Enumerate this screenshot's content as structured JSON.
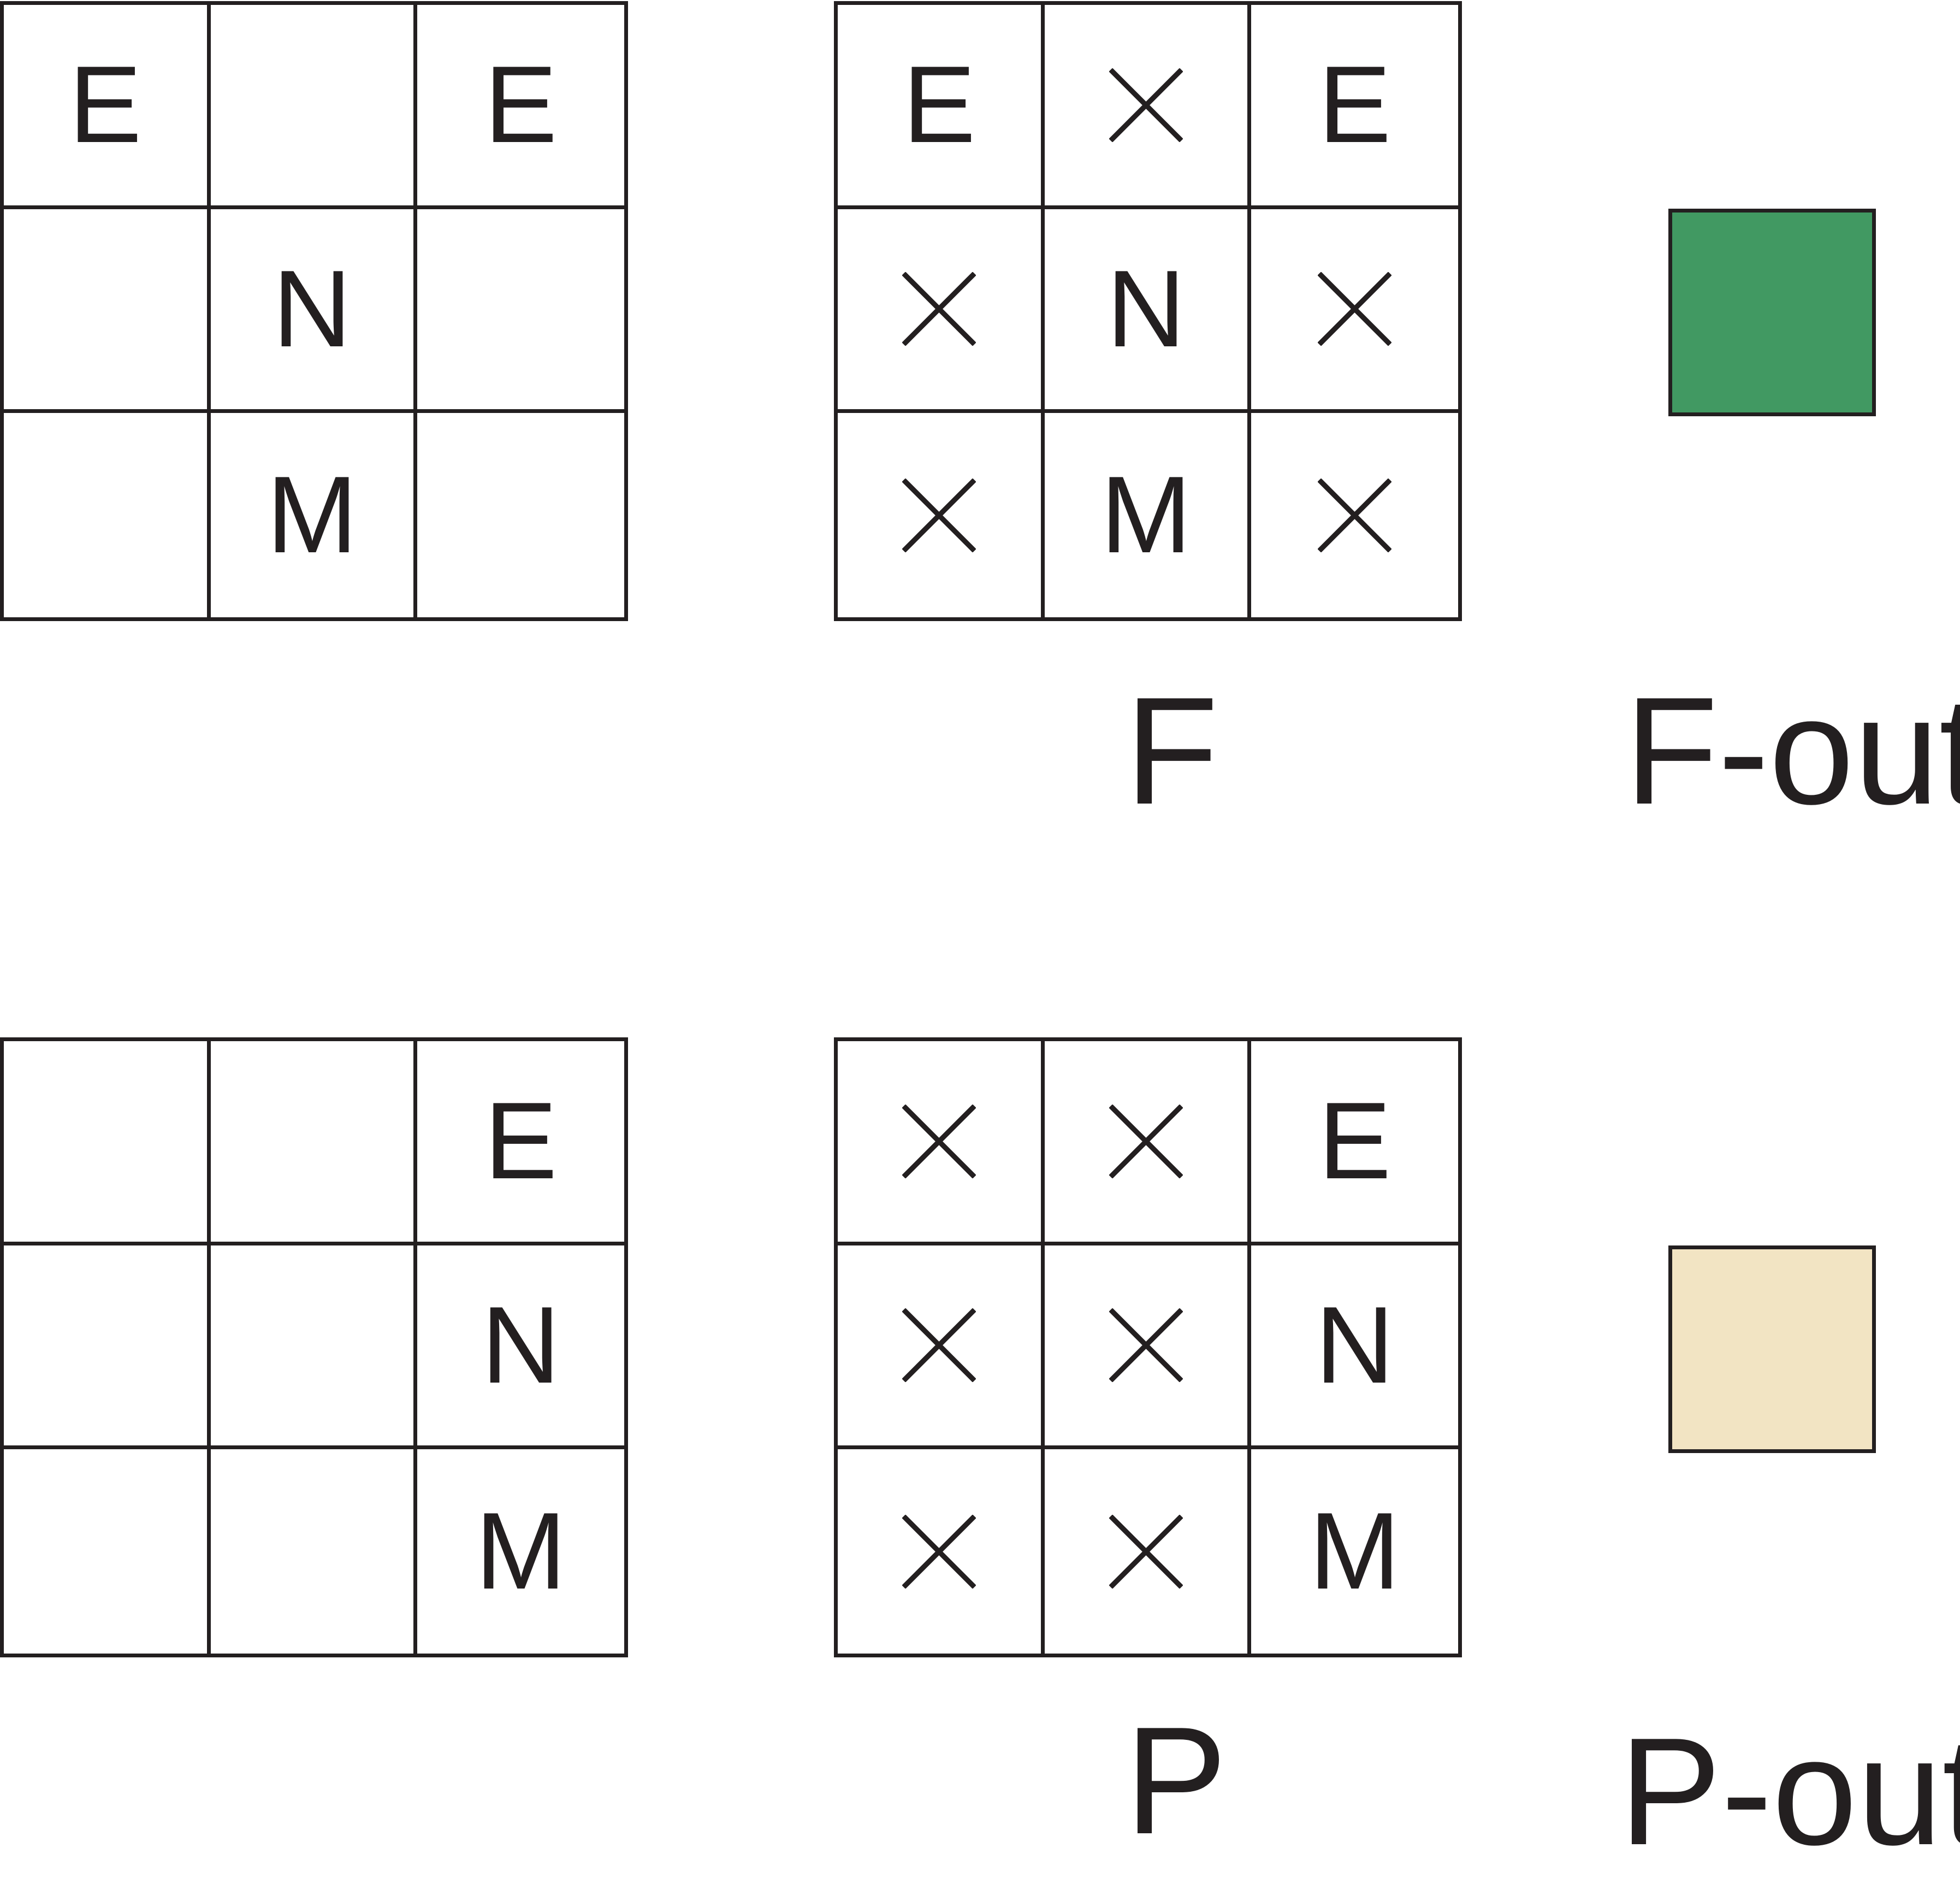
{
  "colors": {
    "line": "#231f20",
    "f_out_fill": "#419962",
    "p_out_fill": "#f2e4c3"
  },
  "grids": [
    {
      "id": "top-left",
      "cells": [
        [
          "E",
          "",
          "E"
        ],
        [
          "",
          "N",
          ""
        ],
        [
          "",
          "M",
          ""
        ]
      ]
    },
    {
      "id": "top-right",
      "cells": [
        [
          "E",
          "X",
          "E"
        ],
        [
          "X",
          "N",
          "X"
        ],
        [
          "X",
          "M",
          "X"
        ]
      ]
    },
    {
      "id": "bottom-left",
      "cells": [
        [
          "",
          "",
          "E"
        ],
        [
          "",
          "",
          "N"
        ],
        [
          "",
          "",
          "M"
        ]
      ]
    },
    {
      "id": "bottom-right",
      "cells": [
        [
          "X",
          "X",
          "E"
        ],
        [
          "X",
          "X",
          "N"
        ],
        [
          "X",
          "X",
          "M"
        ]
      ]
    }
  ],
  "labels": {
    "f": "F",
    "p": "P",
    "f_out": "F-out",
    "p_out": "P-out"
  },
  "icons": {
    "cross": "cross-icon"
  }
}
